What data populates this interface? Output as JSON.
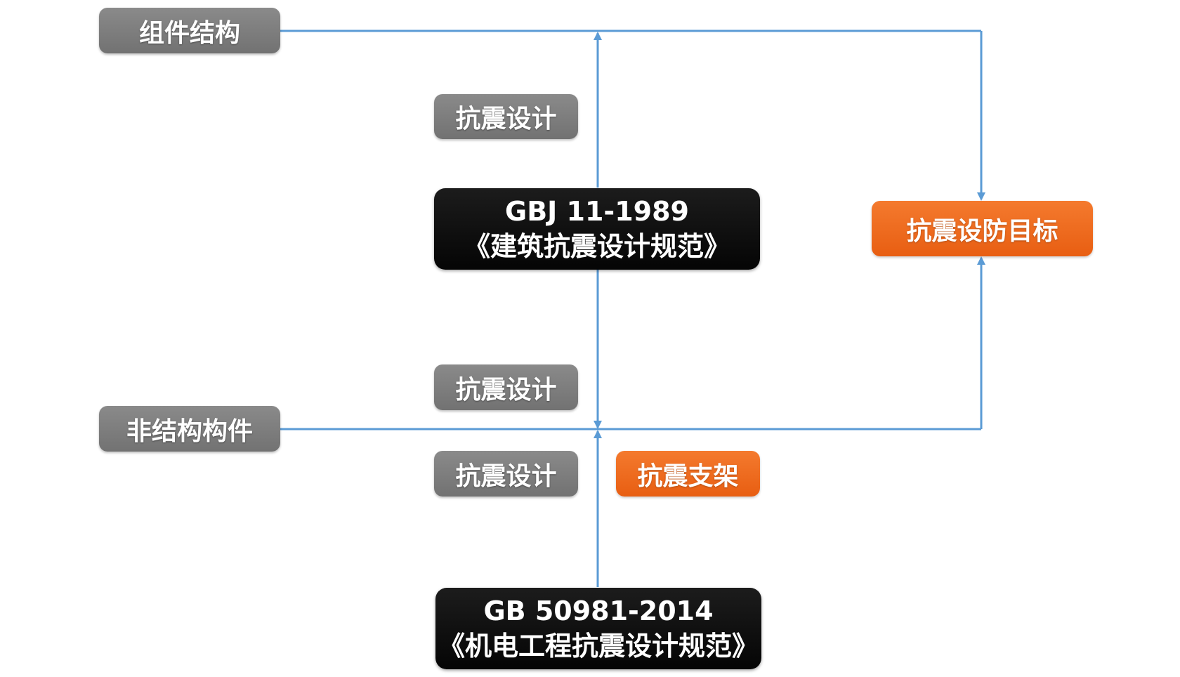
{
  "colors": {
    "connector": "#5b9bd5",
    "gray_box": "#7a7a7a",
    "orange_box": "#ec6516",
    "black_box": "#0c0c0c",
    "text": "#ffffff"
  },
  "nodes": {
    "component_structure": "组件结构",
    "seismic_design_top": "抗震设计",
    "gbj_code_line1": "GBJ 11-1989",
    "gbj_code_line2": "《建筑抗震设计规范》",
    "fortification_goal": "抗震设防目标",
    "seismic_design_middle": "抗震设计",
    "nonstructural_components": "非结构构件",
    "seismic_design_bottom": "抗震设计",
    "seismic_support": "抗震支架",
    "gb_code_line1": "GB 50981-2014",
    "gb_code_line2": "《机电工程抗震设计规范》"
  }
}
